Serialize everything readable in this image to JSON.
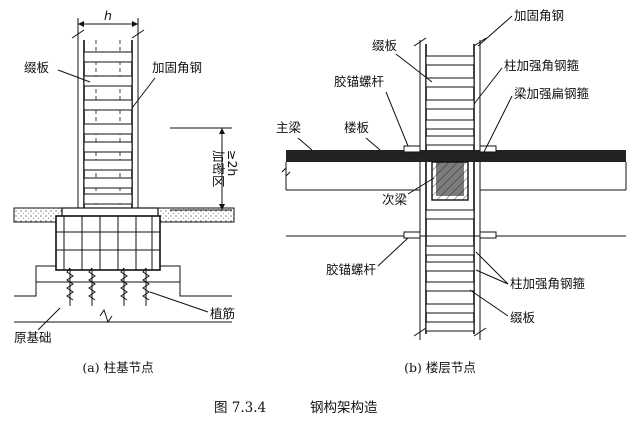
{
  "left_diagram": {
    "dimension_h": "h",
    "label_batten": "缀板",
    "label_angle_steel": "加固角钢",
    "label_dense_zone": "加密区",
    "label_dense_value": "≥2h",
    "label_planted_bar": "植筋",
    "label_foundation": "原基础",
    "caption": "(a) 柱基节点"
  },
  "right_diagram": {
    "label_angle_steel": "加固角钢",
    "label_batten": "缀板",
    "label_anchor_bolt_top": "胶锚螺杆",
    "label_col_hoop_top": "柱加强角钢箍",
    "label_beam_hoop": "梁加强扁钢箍",
    "label_main_beam": "主梁",
    "label_slab": "楼板",
    "label_secondary_beam": "次梁",
    "label_anchor_bolt_bottom": "胶锚螺杆",
    "label_col_hoop_bottom": "柱加强角钢箍",
    "label_batten_bottom": "缀板",
    "caption": "(b) 楼层节点"
  },
  "figure_caption": {
    "number": "图 7.3.4",
    "title": "钢构架构造"
  }
}
